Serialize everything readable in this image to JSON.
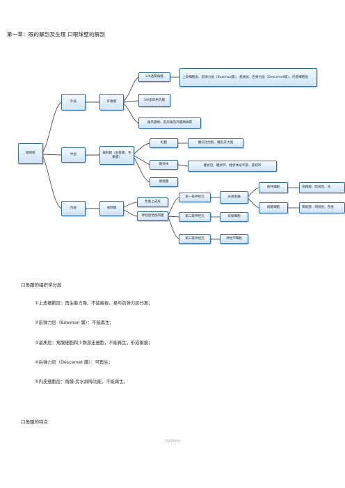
{
  "doc": {
    "heading": "第一章：眼的解剖及生理 口眼球壁的解剖",
    "diagram": {
      "root": "眼球壁",
      "outer": "外层",
      "middle": "中层",
      "inner": "内层",
      "fibrous": "纤维膜",
      "outer_a": "1/6透明角膜",
      "outer_a_detail": "上皮细胞层、前弹力层（Bowman膜）、基质层、后弹力层（Descemet膜）、内皮细胞层",
      "outer_b": "5/6瓷白色巩膜",
      "outer_c": "角巩膜缘、前房角及巩膜静脉窦",
      "uvea": "葡萄膜（血管膜、色素膜）",
      "iris": "虹膜",
      "iris_detail": "瞳孔括约肌、瞳孔开大肌",
      "ciliary": "睫状体",
      "ciliary_detail": "睫状冠、睫状环、睫状体扁平部、悬韧带",
      "choroid": "脉络膜",
      "retina": "视网膜",
      "rpe": "色素上皮层",
      "neuro": "神经感觉视网膜",
      "neuron1": "第一级神经元",
      "neuron2": "第二级神经元",
      "neuron3": "第三级神经元",
      "photoreceptor": "光感受器",
      "bipolar": "双极细胞",
      "ganglion": "神经节细胞",
      "rod": "视杆细胞",
      "cone": "视锥细胞",
      "rod_detail": "视网膜、暗视觉、光",
      "cone_detail": "黄斑部、明视觉、色觉"
    },
    "cornea_title": "口角膜的组织学分层",
    "cornea_layers": [
      "①上皮细胞层：再生能力强、不留瘢痕，易与前弹力层分离；",
      "②前弹力层（Bowman 膜）：不能再生；",
      "③基质层：角膜细胞和少数游走细胞，不能再生，形成瘢痕；",
      "④后弹力层（Descemet 膜）：可再生；",
      "⑤内皮细胞层：角膜-房水屏障功能，不能再生。"
    ],
    "cornea_features_title": "口角膜的特点",
    "footer": "· 可编辑修改 ·"
  }
}
